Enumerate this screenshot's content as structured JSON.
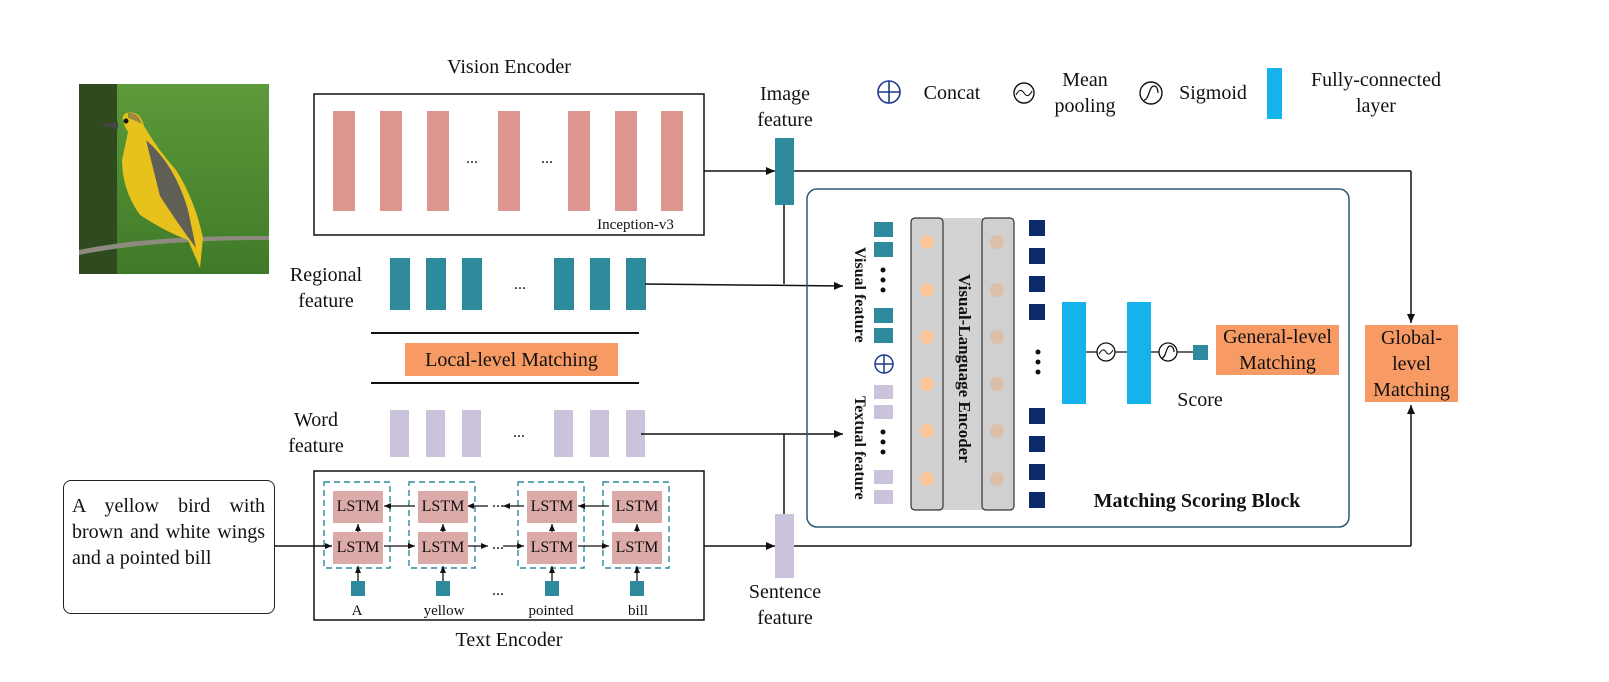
{
  "title_vision_encoder": "Vision Encoder",
  "inception": "Inception-v3",
  "image_feature": [
    "Image",
    "feature"
  ],
  "regional_feature": [
    "Regional",
    "feature"
  ],
  "local_matching": "Local-level Matching",
  "word_feature": [
    "Word",
    "feature"
  ],
  "text_encoder": "Text Encoder",
  "sentence_feature": [
    "Sentence",
    "feature"
  ],
  "caption": "A yellow bird with brown and white wings and a pointed bill",
  "lstm_label": "LSTM",
  "tokens": [
    "A",
    "yellow",
    "pointed",
    "bill"
  ],
  "ellipsis": "...",
  "legend": {
    "concat": "Concat",
    "mean_pooling": [
      "Mean",
      "pooling"
    ],
    "sigmoid": "Sigmoid",
    "fc_layer": [
      "Fully-connected",
      "layer"
    ]
  },
  "visual_feature": "Visual feature",
  "textual_feature": "Textual feature",
  "vl_encoder": "Visual-Language Encoder",
  "score": "Score",
  "general_matching": [
    "General-level",
    "Matching"
  ],
  "global_matching": [
    "Global-",
    "level",
    "Matching"
  ],
  "matching_block": "Matching Scoring Block",
  "colors": {
    "pink": "#dd9590",
    "teal": "#2e8a9d",
    "lavender": "#cbc3dc",
    "navy": "#0d2a68",
    "cyan": "#14b3ec",
    "orange": "#f79a63",
    "gray": "#d3d3d3",
    "peach": "#fbc79a",
    "tan": "#dbbfa8"
  },
  "icons": [
    "bird-photo",
    "concat-icon",
    "mean-pooling-icon",
    "sigmoid-icon"
  ]
}
